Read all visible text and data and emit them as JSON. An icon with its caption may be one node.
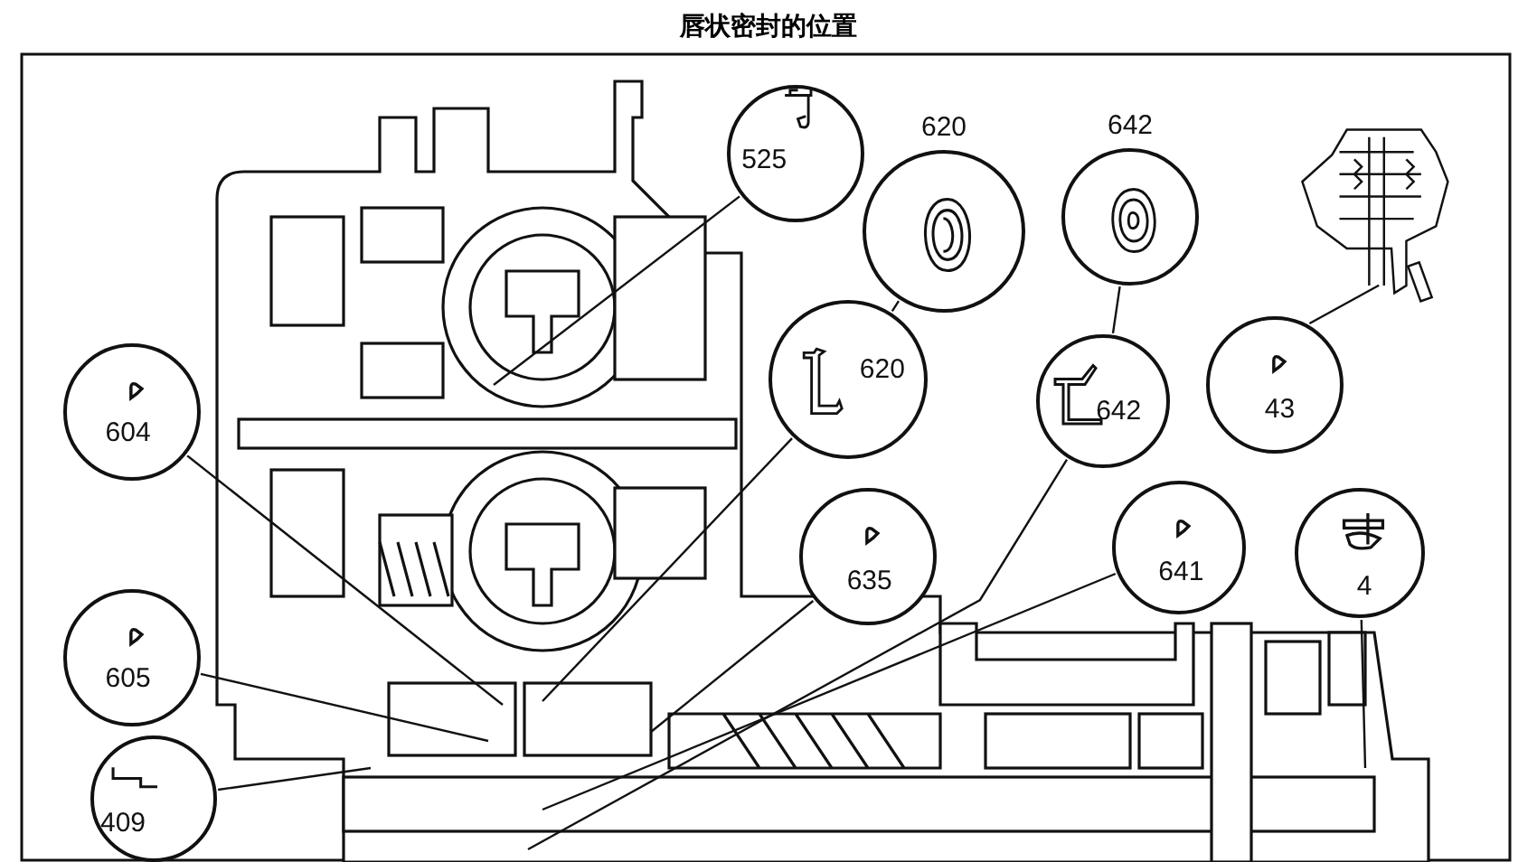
{
  "diagram": {
    "title": "唇状密封的位置",
    "nodes": [
      {
        "text": [
          "525"
        ]
      },
      {
        "text": [
          "620"
        ]
      },
      {
        "text": [
          "642"
        ]
      },
      {
        "text": [],
        "shape": "picture"
      },
      {
        "text": [
          "604"
        ]
      },
      {
        "text": [
          "620"
        ]
      },
      {
        "text": [
          "642"
        ]
      },
      {
        "text": [
          "43"
        ]
      },
      {
        "text": [
          "635"
        ]
      },
      {
        "text": [
          "641"
        ]
      },
      {
        "text": [
          "4"
        ]
      },
      {
        "text": [
          "605"
        ]
      },
      {
        "text": [
          "409"
        ]
      }
    ],
    "edges": [
      {
        "from": 0,
        "to": null,
        "arrow": "none"
      },
      {
        "from": 1,
        "to": 5,
        "arrow": "none"
      },
      {
        "from": 2,
        "to": 6,
        "arrow": "none"
      },
      {
        "from": 7,
        "to": 3,
        "arrow": "none"
      },
      {
        "from": 4,
        "to": null,
        "arrow": "none"
      },
      {
        "from": 5,
        "to": null,
        "arrow": "none"
      },
      {
        "from": 6,
        "to": null,
        "arrow": "none"
      },
      {
        "from": 8,
        "to": null,
        "arrow": "none"
      },
      {
        "from": 9,
        "to": null,
        "arrow": "none"
      },
      {
        "from": 10,
        "to": null,
        "arrow": "none"
      },
      {
        "from": 11,
        "to": null,
        "arrow": "none"
      },
      {
        "from": 12,
        "to": null,
        "arrow": "none"
      }
    ]
  }
}
